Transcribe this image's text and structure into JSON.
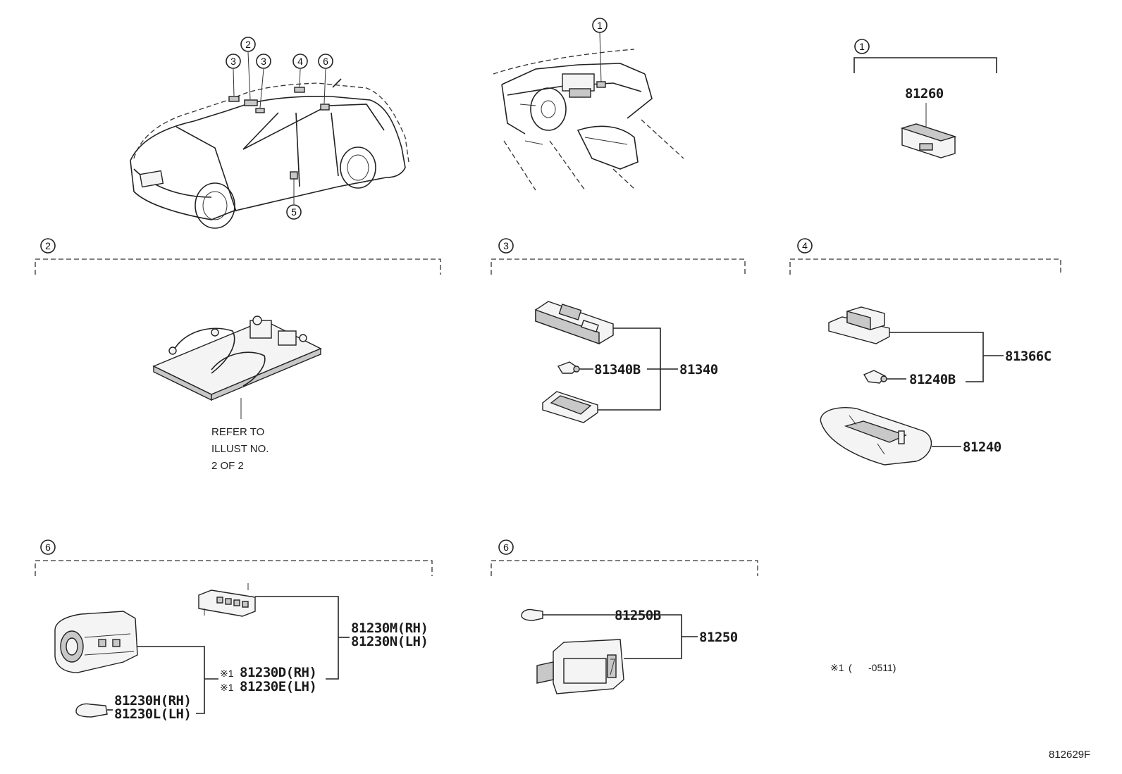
{
  "callouts": {
    "c1": "1",
    "c2": "2",
    "c3": "3",
    "c4": "4",
    "c5": "5",
    "c6": "6"
  },
  "parts": {
    "p81260": "81260",
    "p81340B": "81340B",
    "p81340": "81340",
    "p81366C": "81366C",
    "p81240B": "81240B",
    "p81240": "81240",
    "p81230M": "81230M(RH)",
    "p81230N": "81230N(LH)",
    "p81230D": "81230D(RH)",
    "p81230E": "81230E(LH)",
    "p81230H": "81230H(RH)",
    "p81230L": "81230L(LH)",
    "p81250B": "81250B",
    "p81250": "81250"
  },
  "refer_note": {
    "line1": "REFER TO",
    "line2": "ILLUST NO.",
    "line3": "2 OF 2"
  },
  "footnote": {
    "mark": "※1",
    "text": "(      -0511)"
  },
  "star_mark": "※1",
  "diagram_id": "812629F"
}
